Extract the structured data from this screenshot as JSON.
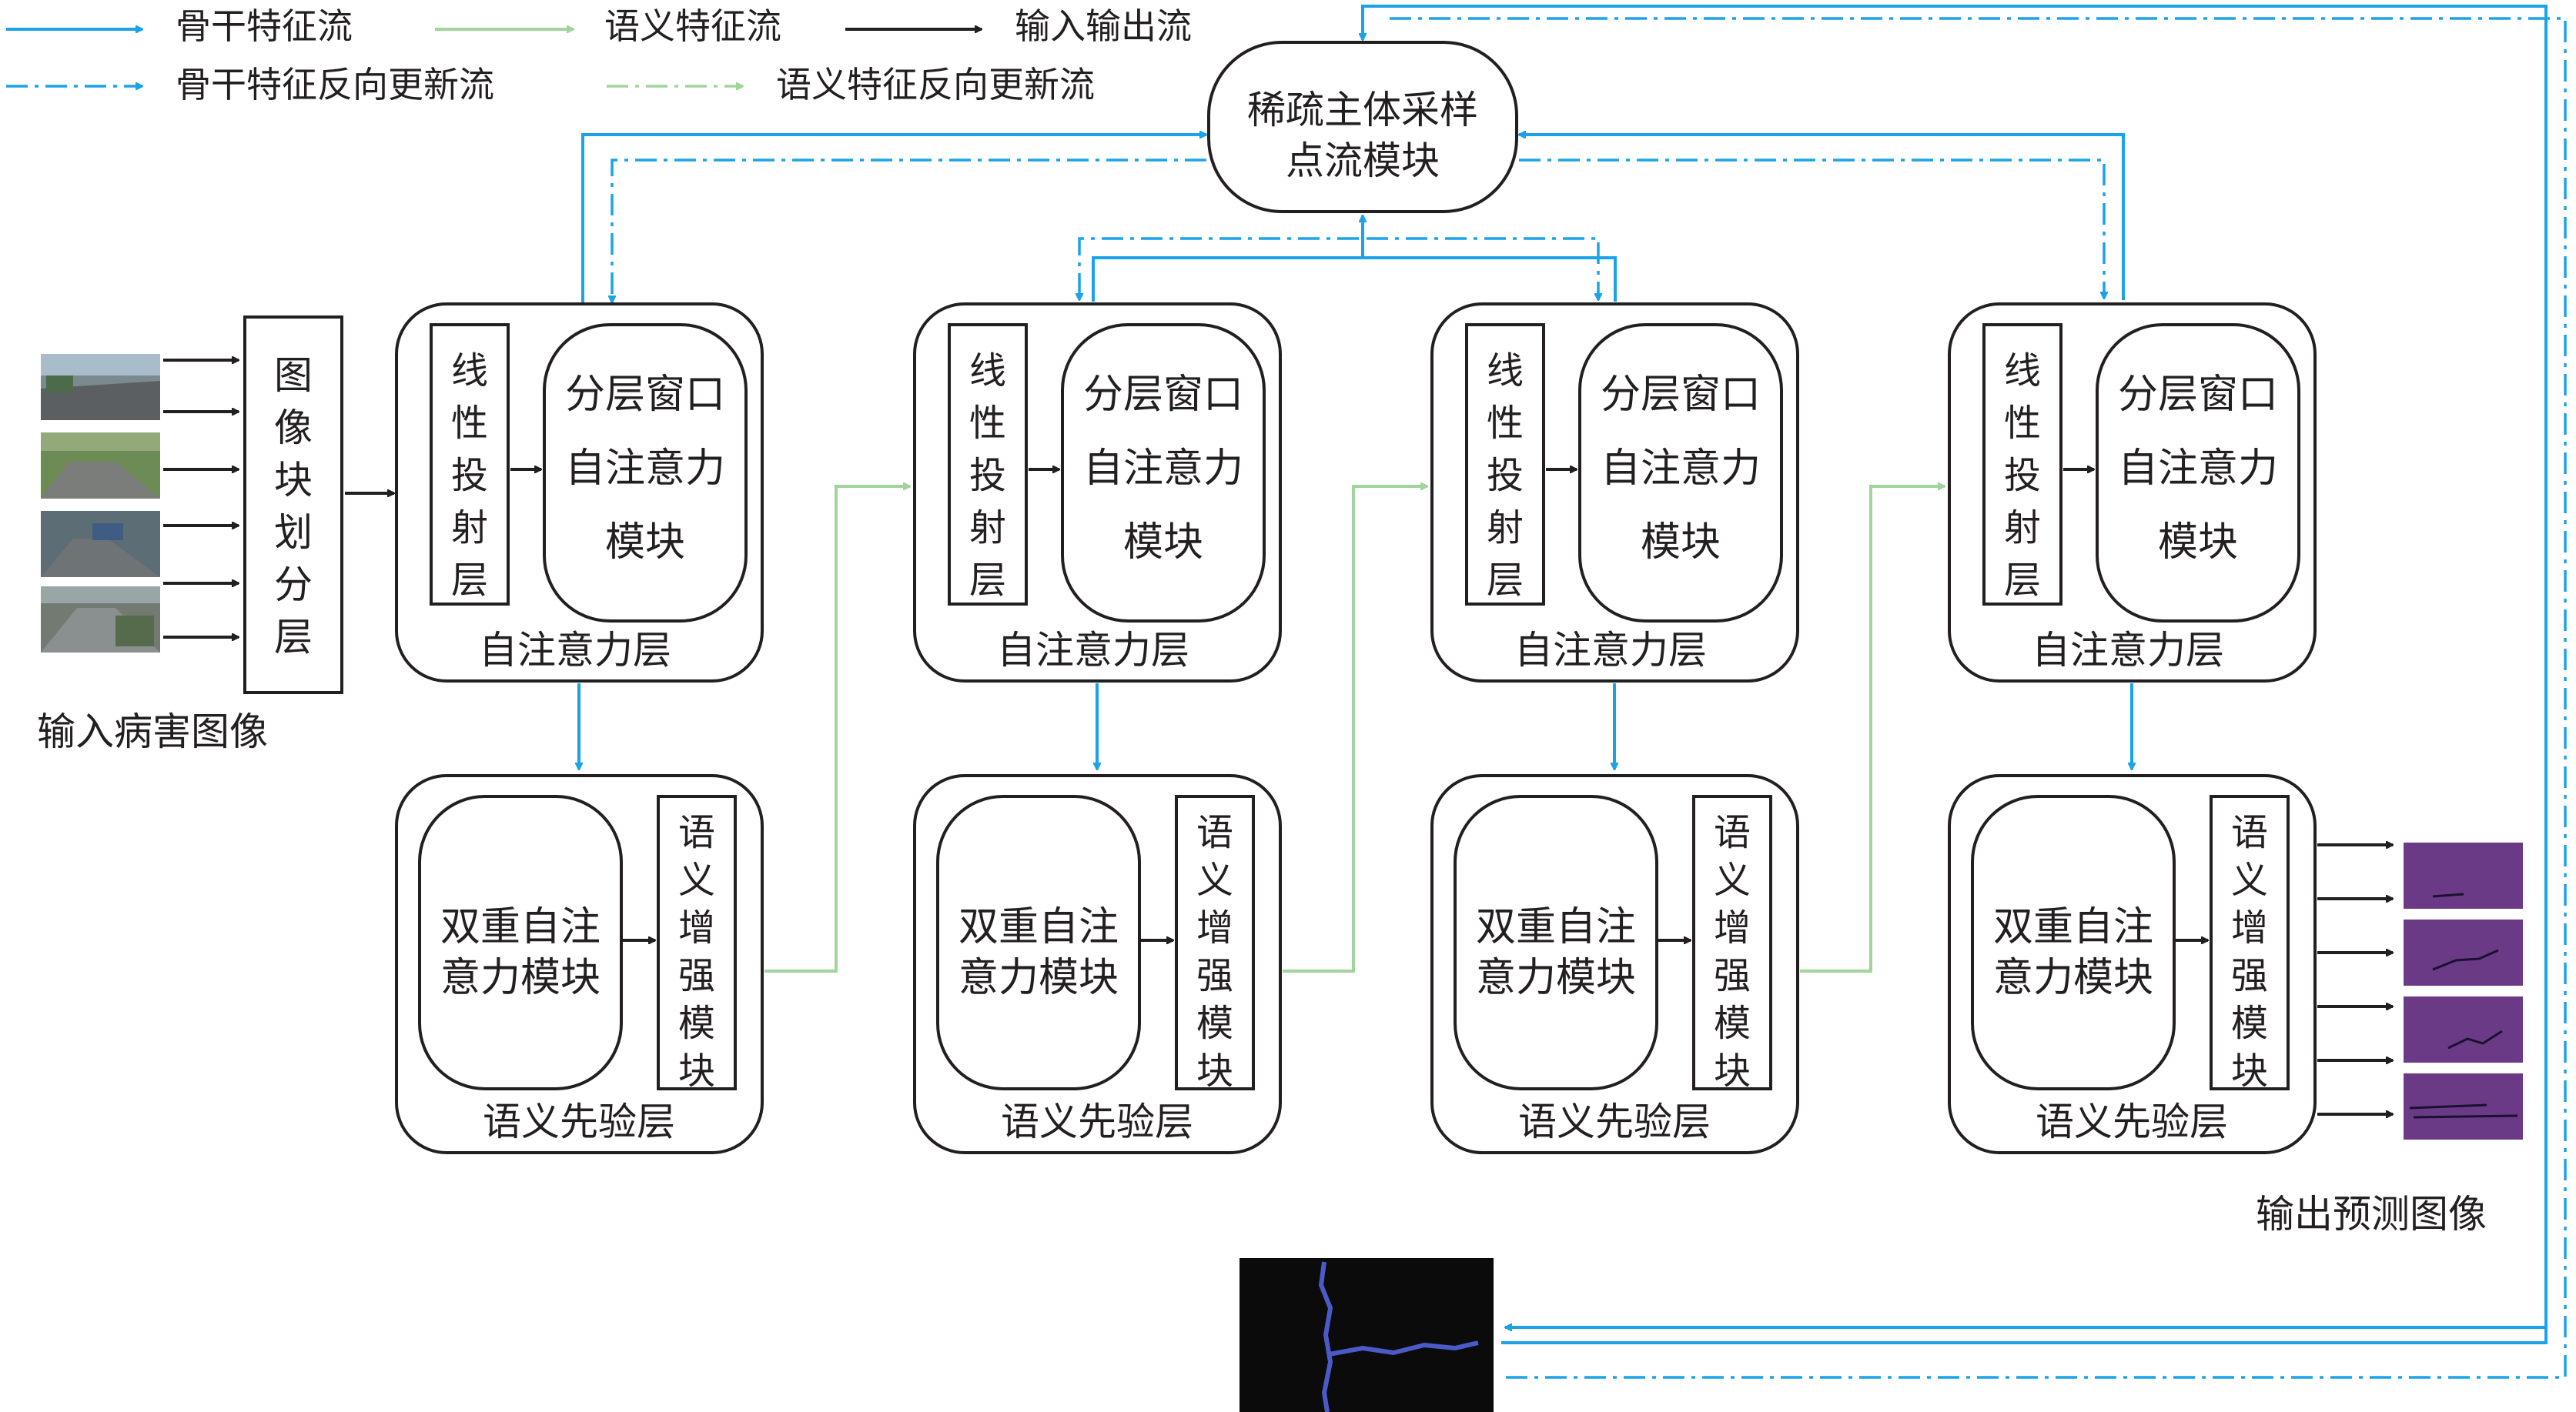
{
  "legend": {
    "backbone_flow": "骨干特征流",
    "semantic_flow": "语义特征流",
    "io_flow": "输入输出流",
    "backbone_reverse_flow": "骨干特征反向更新流",
    "semantic_reverse_flow": "语义特征反向更新流"
  },
  "sampling_module": [
    "稀疏主体采样",
    "点流模块"
  ],
  "input": {
    "patch_layer_chars": [
      "图",
      "像",
      "块",
      "划",
      "分",
      "层"
    ],
    "caption": "输入病害图像"
  },
  "attention_layer": {
    "linear_chars": [
      "线",
      "性",
      "投",
      "射",
      "层"
    ],
    "window_lines": [
      "分层窗口",
      "自注意力",
      "模块"
    ],
    "caption": "自注意力层"
  },
  "prior_layer": {
    "dual_lines": [
      "双重自注",
      "意力模块"
    ],
    "enhance_chars": [
      "语",
      "义",
      "增",
      "强",
      "模",
      "块"
    ],
    "caption": "语义先验层"
  },
  "output": {
    "caption": "输出预测图像"
  },
  "colors": {
    "backbone": "#1aa3e8",
    "semantic": "#9fd49a",
    "io": "#231f20",
    "prediction_bg": "#6b3a86",
    "mask_bg": "#0b0b0b",
    "crack": "#4a5bc8"
  }
}
